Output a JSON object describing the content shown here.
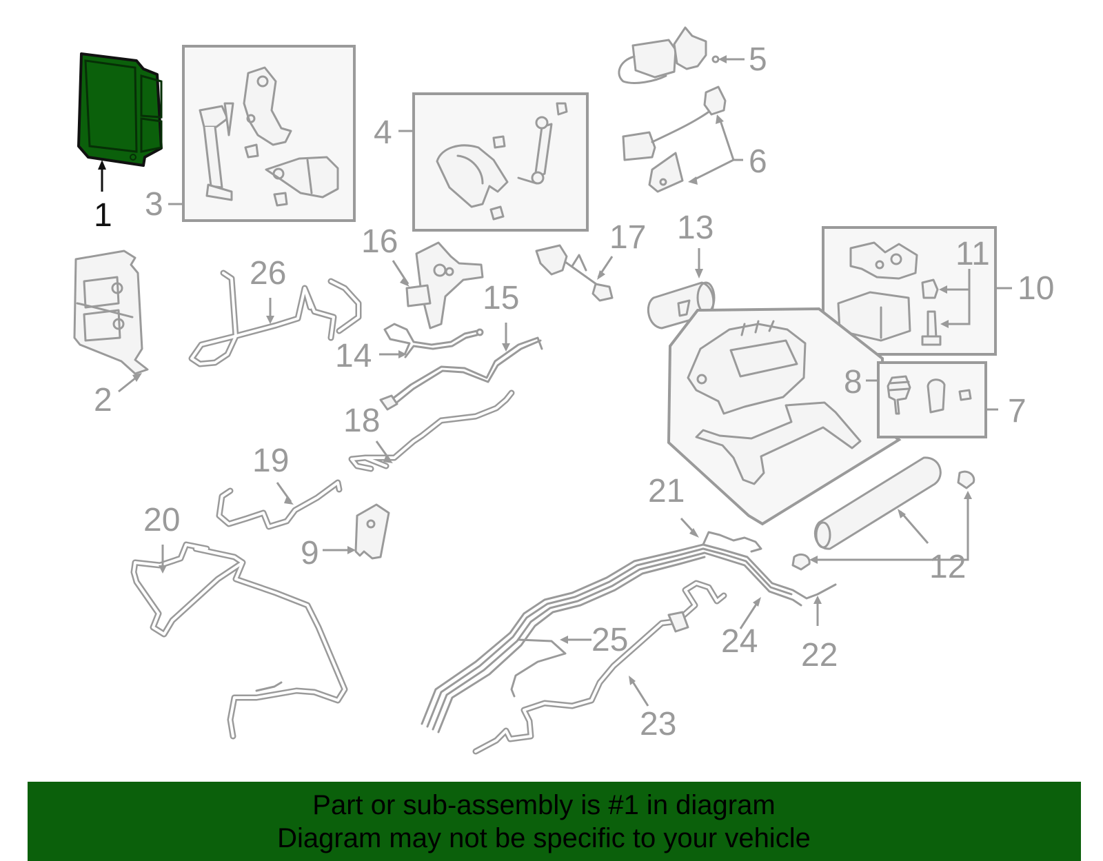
{
  "colors": {
    "highlight_part": "#0b600b",
    "banner_background": "#0b600b",
    "part_line": "#9a9a9a",
    "active_callout": "#111111"
  },
  "highlighted_callout": "1",
  "callouts": {
    "c1": "1",
    "c2": "2",
    "c3": "3",
    "c4": "4",
    "c5": "5",
    "c6": "6",
    "c7": "7",
    "c8": "8",
    "c9": "9",
    "c10": "10",
    "c11": "11",
    "c12": "12",
    "c13": "13",
    "c14": "14",
    "c15": "15",
    "c16": "16",
    "c17": "17",
    "c18": "18",
    "c19": "19",
    "c20": "20",
    "c21": "21",
    "c22": "22",
    "c23": "23",
    "c24": "24",
    "c25": "25",
    "c26": "26"
  },
  "footer": {
    "line1": "Part or sub-assembly is #1 in diagram",
    "line2": "Diagram may not be specific to your vehicle"
  }
}
